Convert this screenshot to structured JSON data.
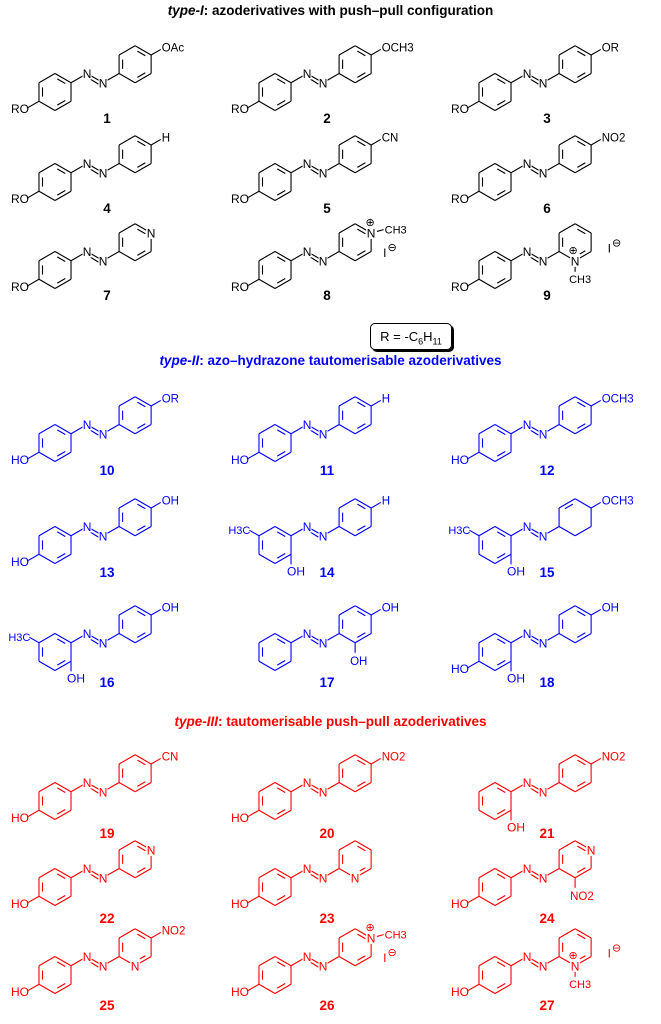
{
  "sections": [
    {
      "title_italic": "type-I",
      "title_rest": ": azoderivatives with push–pull configuration",
      "color": "#000000",
      "compounds": [
        {
          "id": "1",
          "left": "RO",
          "right_sub": "OAc",
          "ring": "benzene"
        },
        {
          "id": "2",
          "left": "RO",
          "right_sub": "OCH3",
          "ring": "benzene"
        },
        {
          "id": "3",
          "left": "RO",
          "right_sub": "OR",
          "ring": "benzene"
        },
        {
          "id": "4",
          "left": "RO",
          "right_sub": "H",
          "ring": "benzene"
        },
        {
          "id": "5",
          "left": "RO",
          "right_sub": "CN",
          "ring": "benzene"
        },
        {
          "id": "6",
          "left": "RO",
          "right_sub": "NO2",
          "ring": "benzene"
        },
        {
          "id": "7",
          "left": "RO",
          "ring": "pyridin-4-yl",
          "ring_n": "N"
        },
        {
          "id": "8",
          "left": "RO",
          "ring": "pyridinium-4-yl",
          "ring_n": "N",
          "charge_plus": "⊕",
          "n_methyl": "CH3",
          "counterion": "I",
          "charge_minus": "⊖"
        },
        {
          "id": "9",
          "left": "RO",
          "ring": "pyridinium-2-yl",
          "ring_n": "N",
          "charge_plus": "⊕",
          "n_methyl": "CH3",
          "counterion": "I",
          "charge_minus": "⊖"
        }
      ]
    },
    {
      "title_italic": "type-II",
      "title_rest": ": azo–hydrazone tautomerisable azoderivatives",
      "color": "#0000ff",
      "compounds": [
        {
          "id": "10",
          "left": "HO",
          "right_sub": "OR",
          "ring": "benzene"
        },
        {
          "id": "11",
          "left": "HO",
          "right_sub": "H",
          "ring": "benzene"
        },
        {
          "id": "12",
          "left": "HO",
          "right_sub": "OCH3",
          "ring": "benzene"
        },
        {
          "id": "13",
          "left": "HO",
          "right_sub": "OH",
          "ring": "benzene"
        },
        {
          "id": "14",
          "left_ortho": "OH",
          "left_methyl": "H3C",
          "right_sub": "H",
          "ring": "benzene"
        },
        {
          "id": "15",
          "left_ortho": "OH",
          "left_methyl": "H3C",
          "right_sub": "OCH3",
          "ring": "cyclohexadiene"
        },
        {
          "id": "16",
          "left_ortho": "OH",
          "left_methyl": "H3C",
          "right_sub": "OH",
          "ring": "benzene"
        },
        {
          "id": "17",
          "right_sub": "OH",
          "right_ortho": "OH",
          "ring": "benzene"
        },
        {
          "id": "18",
          "left": "HO",
          "left_ortho": "OH",
          "right_sub": "OH",
          "ring": "benzene"
        }
      ]
    },
    {
      "title_italic": "type-III",
      "title_rest": ": tautomerisable push–pull azoderivatives",
      "color": "#ff0000",
      "compounds": [
        {
          "id": "19",
          "left": "HO",
          "right_sub": "CN",
          "ring": "benzene"
        },
        {
          "id": "20",
          "left": "HO",
          "right_sub": "NO2",
          "ring": "benzene"
        },
        {
          "id": "21",
          "left_ortho": "OH",
          "right_sub": "NO2",
          "ring": "benzene"
        },
        {
          "id": "22",
          "left": "HO",
          "ring": "pyridin-4-yl",
          "ring_n": "N"
        },
        {
          "id": "23",
          "left": "HO",
          "ring": "pyridin-2-yl",
          "ring_n": "N"
        },
        {
          "id": "24",
          "left": "HO",
          "ring": "3-nitropyridin-4-yl",
          "ring_n": "N",
          "right_ortho": "NO2"
        },
        {
          "id": "25",
          "left": "HO",
          "ring": "5-nitropyridin-2-yl",
          "ring_n": "N",
          "right_sub": "NO2"
        },
        {
          "id": "26",
          "left": "HO",
          "ring": "pyridinium-4-yl",
          "ring_n": "N",
          "charge_plus": "⊕",
          "n_methyl": "CH3",
          "counterion": "I",
          "charge_minus": "⊖"
        },
        {
          "id": "27",
          "left": "HO",
          "ring": "pyridinium-2-yl",
          "ring_n": "N",
          "charge_plus": "⊕",
          "n_methyl": "CH3",
          "counterion": "I",
          "charge_minus": "⊖"
        }
      ]
    }
  ],
  "azo_atom": "N",
  "r_definition": {
    "prefix": "R = -C",
    "sub1": "6",
    "mid": "H",
    "sub2": "11"
  }
}
